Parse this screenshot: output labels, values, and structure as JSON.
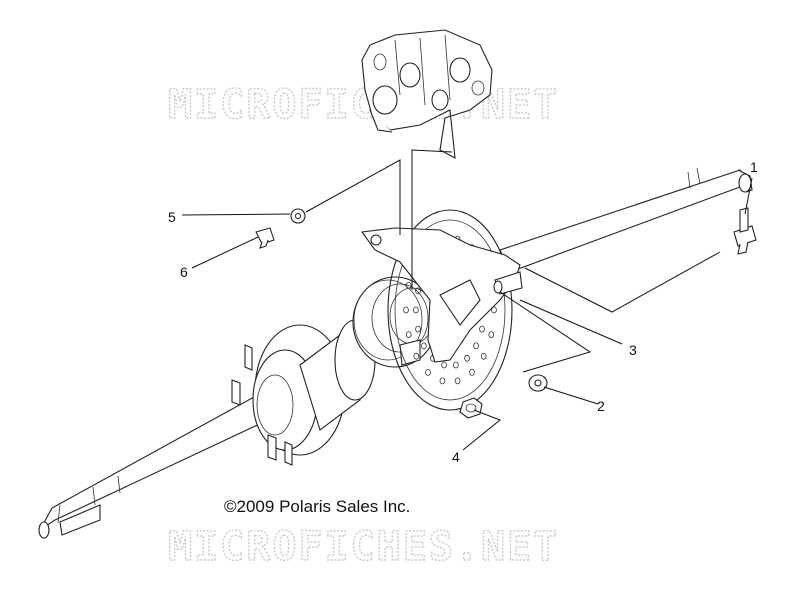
{
  "watermark": "MICROFICHES.NET",
  "copyright": "©2009 Polaris Sales Inc.",
  "callouts": [
    {
      "id": "1",
      "label": "1"
    },
    {
      "id": "2",
      "label": "2"
    },
    {
      "id": "3",
      "label": "3"
    },
    {
      "id": "4",
      "label": "4"
    },
    {
      "id": "5",
      "label": "5"
    },
    {
      "id": "6",
      "label": "6"
    }
  ]
}
